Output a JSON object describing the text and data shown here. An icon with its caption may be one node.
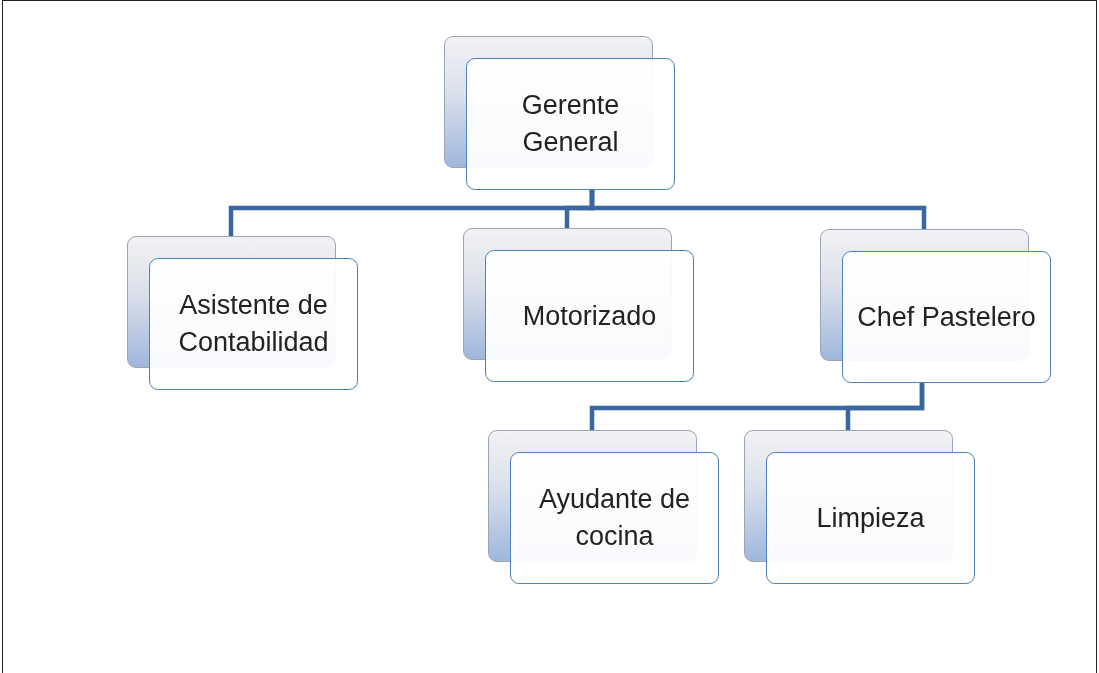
{
  "diagram": {
    "nodes": [
      {
        "text": [
          "Gerente General"
        ]
      },
      {
        "text": [
          "Asistente de Contabilidad"
        ]
      },
      {
        "text": [
          "Motorizado"
        ]
      },
      {
        "text": [
          "Chef Pastelero"
        ]
      },
      {
        "text": [
          "Ayudante de cocina"
        ]
      },
      {
        "text": [
          "Limpieza"
        ]
      }
    ],
    "edges": [
      {
        "from": 0,
        "to": 1,
        "arrow": "none"
      },
      {
        "from": 0,
        "to": 2,
        "arrow": "none"
      },
      {
        "from": 0,
        "to": 3,
        "arrow": "none"
      },
      {
        "from": 3,
        "to": 4,
        "arrow": "none"
      },
      {
        "from": 3,
        "to": 5,
        "arrow": "none"
      }
    ]
  }
}
